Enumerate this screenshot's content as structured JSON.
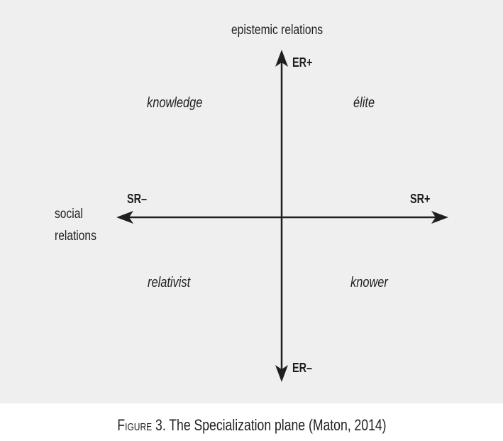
{
  "diagram": {
    "vertical_axis": {
      "title": "epistemic relations",
      "top_label": "ER+",
      "bottom_label": "ER–"
    },
    "horizontal_axis": {
      "title_line1": "social",
      "title_line2": "relations",
      "left_label": "SR–",
      "right_label": "SR+"
    },
    "quadrants": {
      "top_left": "knowledge",
      "top_right": "élite",
      "bottom_left": "relativist",
      "bottom_right": "knower"
    }
  },
  "caption": {
    "figure_word": "Figure",
    "text": " 3. The Specialization plane (Maton, 2014)"
  },
  "colors": {
    "background": "#efefef",
    "ink": "#1f1f1f"
  }
}
